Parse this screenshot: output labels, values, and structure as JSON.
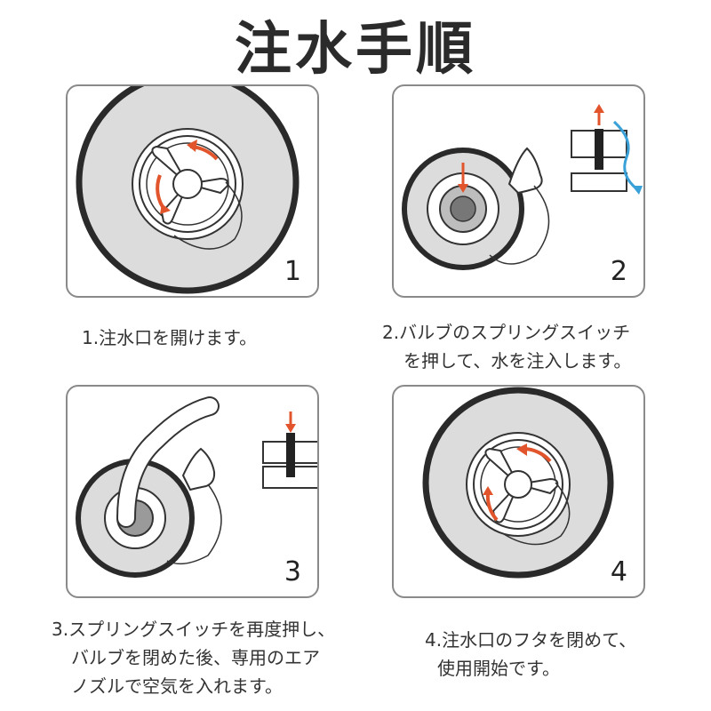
{
  "title": "注水手順",
  "steps": [
    {
      "number": "1",
      "caption": [
        "1.注水口を開けます。"
      ]
    },
    {
      "number": "2",
      "caption": [
        "2.バルブのスプリングスイッチ",
        "を押して、水を注入します。"
      ]
    },
    {
      "number": "3",
      "caption": [
        "3.スプリングスイッチを再度押し、",
        "バルブを閉めた後、専用のエア",
        "ノズルで空気を入れます。"
      ]
    },
    {
      "number": "4",
      "caption": [
        "4.注水口のフタを閉めて、",
        "使用開始です。"
      ]
    }
  ],
  "colors": {
    "arrow": "#e2542b",
    "water": "#3aa0d8",
    "tire": "#2a2a2a",
    "rim": "#dcdcdc"
  }
}
